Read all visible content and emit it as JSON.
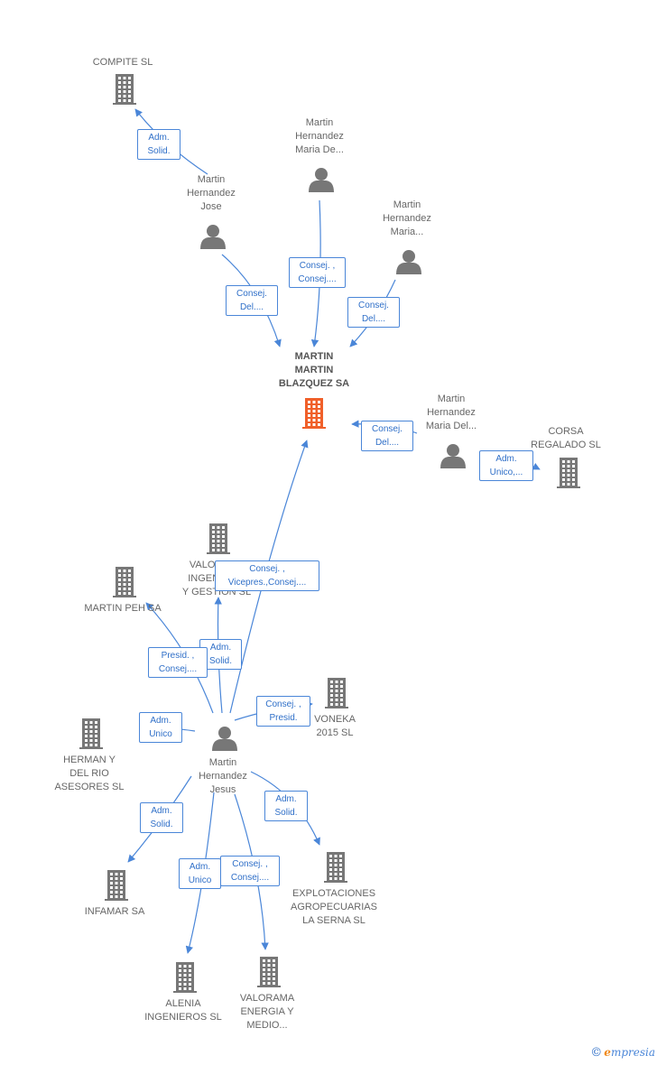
{
  "colors": {
    "edge": "#4a86d8",
    "company_icon": "#777777",
    "person_icon": "#777777",
    "center_icon": "#f0602a"
  },
  "nodes": [
    {
      "id": "center",
      "type": "company-center",
      "label": "MARTIN\nMARTIN\nBLAZQUEZ SA"
    },
    {
      "id": "compite",
      "type": "company",
      "label": "COMPITE  SL"
    },
    {
      "id": "p_jose",
      "type": "person",
      "label": "Martin\nHernandez\nJose"
    },
    {
      "id": "p_mde1",
      "type": "person",
      "label": "Martin\nHernandez\nMaria De..."
    },
    {
      "id": "p_mmaria",
      "type": "person",
      "label": "Martin\nHernandez\nMaria..."
    },
    {
      "id": "p_mdel",
      "type": "person",
      "label": "Martin\nHernandez\nMaria Del..."
    },
    {
      "id": "corsa",
      "type": "company",
      "label": "CORSA\nREGALADO SL"
    },
    {
      "id": "valorama_ing",
      "type": "company",
      "label": "VALORAMA\nINGENIERIA\nY GESTION SL"
    },
    {
      "id": "martin_peh",
      "type": "company",
      "label": "MARTIN PEH SA"
    },
    {
      "id": "voneka",
      "type": "company",
      "label": "VONEKA\n2015 SL"
    },
    {
      "id": "herman",
      "type": "company",
      "label": "HERMAN Y\nDEL RIO\nASESORES  SL"
    },
    {
      "id": "p_jesus",
      "type": "person",
      "label": "Martin\nHernandez\nJesus"
    },
    {
      "id": "explotaciones",
      "type": "company",
      "label": "EXPLOTACIONES\nAGROPECUARIAS\nLA SERNA SL"
    },
    {
      "id": "infamar",
      "type": "company",
      "label": "INFAMAR SA"
    },
    {
      "id": "alenia",
      "type": "company",
      "label": "ALENIA\nINGENIEROS SL"
    },
    {
      "id": "valorama_en",
      "type": "company",
      "label": "VALORAMA\nENERGIA Y\nMEDIO..."
    }
  ],
  "edges": [
    {
      "from": "p_jose",
      "to": "compite",
      "label": "Adm.\nSolid."
    },
    {
      "from": "p_jose",
      "to": "center",
      "label": "Consej.\nDel...."
    },
    {
      "from": "p_mde1",
      "to": "center",
      "label": "Consej. ,\nConsej...."
    },
    {
      "from": "p_mmaria",
      "to": "center",
      "label": "Consej.\nDel...."
    },
    {
      "from": "p_mdel",
      "to": "center",
      "label": "Consej.\nDel...."
    },
    {
      "from": "p_mdel",
      "to": "corsa",
      "label": "Adm.\nUnico,..."
    },
    {
      "from": "p_jesus",
      "to": "center",
      "label": "Consej. ,\nVicepres.,Consej...."
    },
    {
      "from": "p_jesus",
      "to": "valorama_ing",
      "label": "Adm.\nSolid."
    },
    {
      "from": "p_jesus",
      "to": "martin_peh",
      "label": "Presid. ,\nConsej...."
    },
    {
      "from": "p_jesus",
      "to": "voneka",
      "label": "Consej. ,\nPresid."
    },
    {
      "from": "p_jesus",
      "to": "herman",
      "label": "Adm.\nUnico"
    },
    {
      "from": "p_jesus",
      "to": "explotaciones",
      "label": "Adm.\nSolid."
    },
    {
      "from": "p_jesus",
      "to": "infamar",
      "label": "Adm.\nSolid."
    },
    {
      "from": "p_jesus",
      "to": "alenia",
      "label": "Adm.\nUnico"
    },
    {
      "from": "p_jesus",
      "to": "valorama_en",
      "label": "Consej. ,\nConsej...."
    }
  ],
  "footer": {
    "copyright": "©",
    "brand_initial": "e",
    "brand_rest": "mpresia"
  }
}
